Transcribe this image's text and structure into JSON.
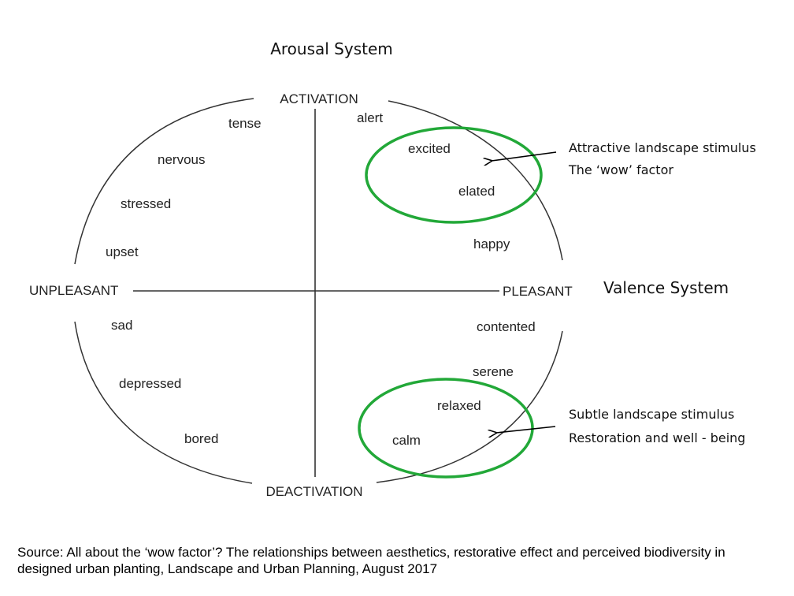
{
  "headings": {
    "arousal_system": "Arousal System",
    "valence_system": "Valence System"
  },
  "axes": {
    "top": "ACTIVATION",
    "bottom": "DEACTIVATION",
    "left": "UNPLEASANT",
    "right": "PLEASANT"
  },
  "emotions": {
    "tense": "tense",
    "nervous": "nervous",
    "stressed": "stressed",
    "upset": "upset",
    "sad": "sad",
    "depressed": "depressed",
    "bored": "bored",
    "alert": "alert",
    "excited": "excited",
    "elated": "elated",
    "happy": "happy",
    "contented": "contented",
    "serene": "serene",
    "relaxed": "relaxed",
    "calm": "calm"
  },
  "annotations": {
    "attractive": {
      "line1": "Attractive landscape stimulus",
      "line2": "The ‘wow’ factor"
    },
    "subtle": {
      "line1": "Subtle landscape stimulus",
      "line2": "Restoration and well - being"
    }
  },
  "colors": {
    "highlight_ellipse": "#22a838",
    "diagram_lines": "#333333"
  },
  "source": {
    "text": "Source: All about the ‘wow factor’? The relationships between aesthetics, restorative effect and perceived biodiversity in designed urban planting, Landscape and Urban Planning, August 2017"
  }
}
